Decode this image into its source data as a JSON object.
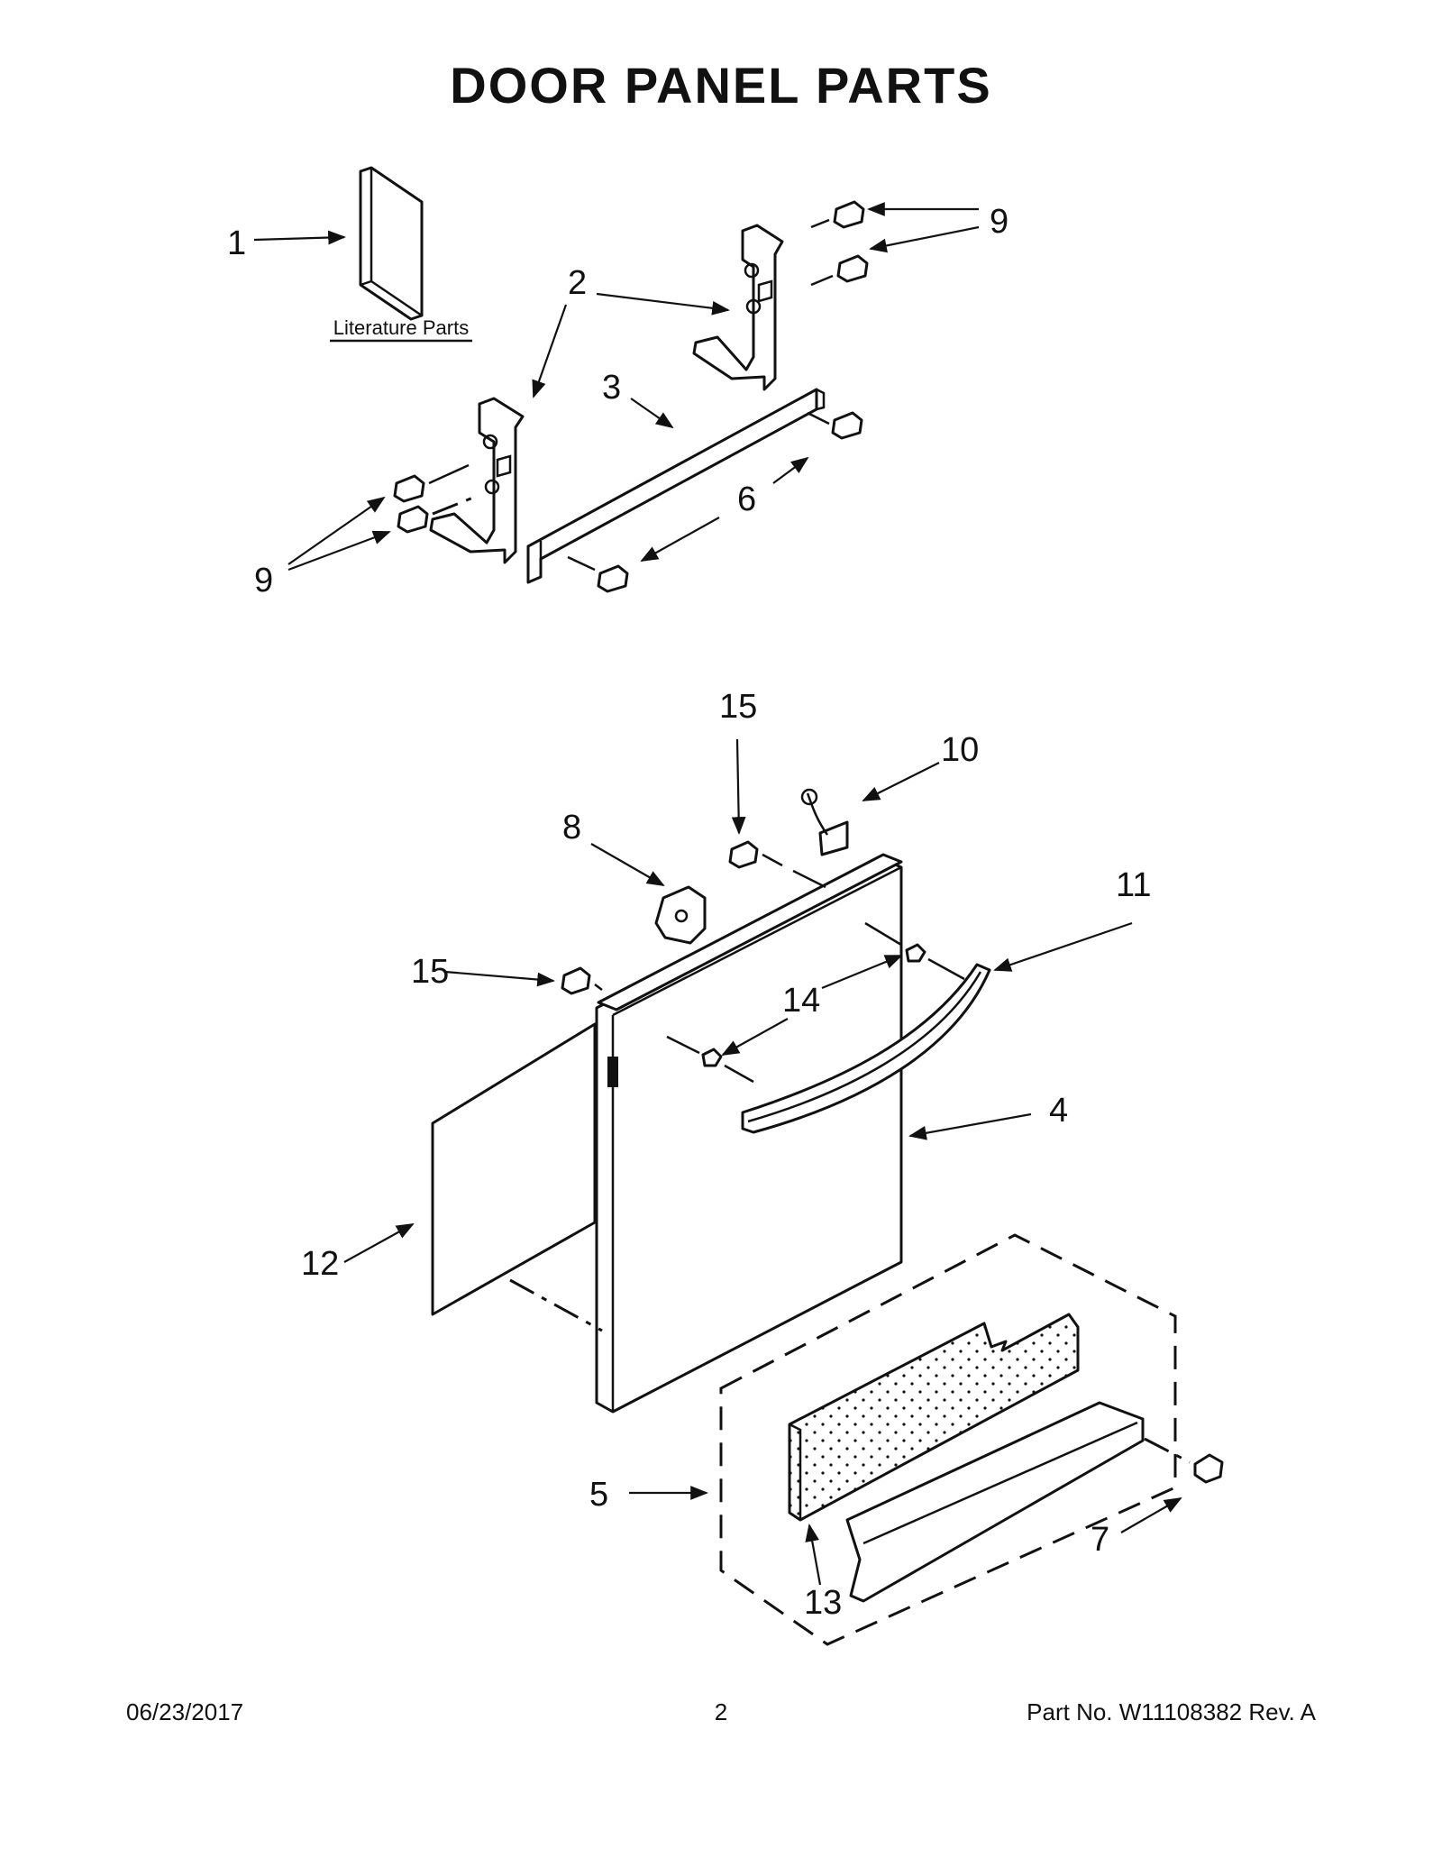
{
  "title": "DOOR PANEL PARTS",
  "literature_label": "Literature Parts",
  "callouts": {
    "c1": "1",
    "c2": "2",
    "c3": "3",
    "c4": "4",
    "c5": "5",
    "c6": "6",
    "c7": "7",
    "c8": "8",
    "c9a": "9",
    "c9b": "9",
    "c10": "10",
    "c11": "11",
    "c12": "12",
    "c13": "13",
    "c14": "14",
    "c15a": "15",
    "c15b": "15"
  },
  "footer": {
    "date": "06/23/2017",
    "page": "2",
    "part": "Part No.  W11108382  Rev.  A"
  }
}
